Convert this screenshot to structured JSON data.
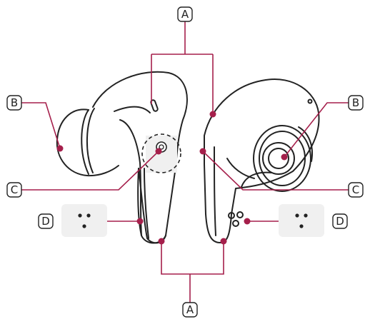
{
  "colors": {
    "leader": "#a51f4b",
    "outline": "#222222",
    "sensor_fill": "#f0f0f0"
  },
  "callouts": {
    "top_a": "A",
    "bottom_a": "A",
    "left_b": "B",
    "right_b": "B",
    "left_c": "C",
    "right_c": "C",
    "left_d": "D",
    "right_d": "D"
  },
  "icons": {
    "left_d_icon": "dots-icon",
    "right_d_icon": "dots-icon"
  }
}
